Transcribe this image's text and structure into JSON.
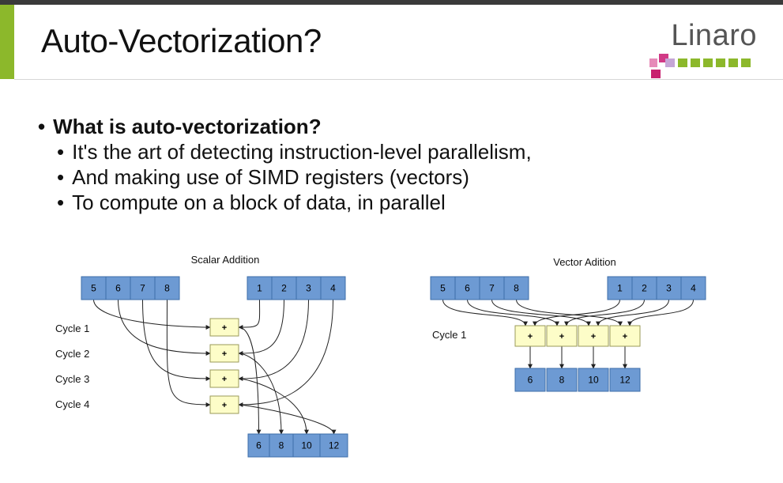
{
  "slide": {
    "title": "Auto-Vectorization?",
    "logo_text": "Linaro",
    "accent_color": "#8cb82b",
    "logo_colors": [
      "#c8206e",
      "#8cb82b"
    ],
    "bullets": {
      "main": "What is auto-vectorization?",
      "sub": [
        "It's the art of detecting instruction-level parallelism,",
        "And making use of SIMD registers (vectors)",
        "To compute on a block of data, in parallel"
      ]
    }
  },
  "diagram": {
    "scalar": {
      "title": "Scalar Addition",
      "input_a": [
        "5",
        "6",
        "7",
        "8"
      ],
      "input_b": [
        "1",
        "2",
        "3",
        "4"
      ],
      "cycles": [
        "Cycle 1",
        "Cycle 2",
        "Cycle 3",
        "Cycle 4"
      ],
      "op": "+",
      "output": [
        "6",
        "8",
        "10",
        "12"
      ]
    },
    "vector": {
      "title": "Vector Adition",
      "input_a": [
        "5",
        "6",
        "7",
        "8"
      ],
      "input_b": [
        "1",
        "2",
        "3",
        "4"
      ],
      "cycles": [
        "Cycle 1"
      ],
      "op": "+",
      "output": [
        "6",
        "8",
        "10",
        "12"
      ]
    },
    "cell_color": "#6d9ad3",
    "op_color": "#fdfdc8"
  }
}
